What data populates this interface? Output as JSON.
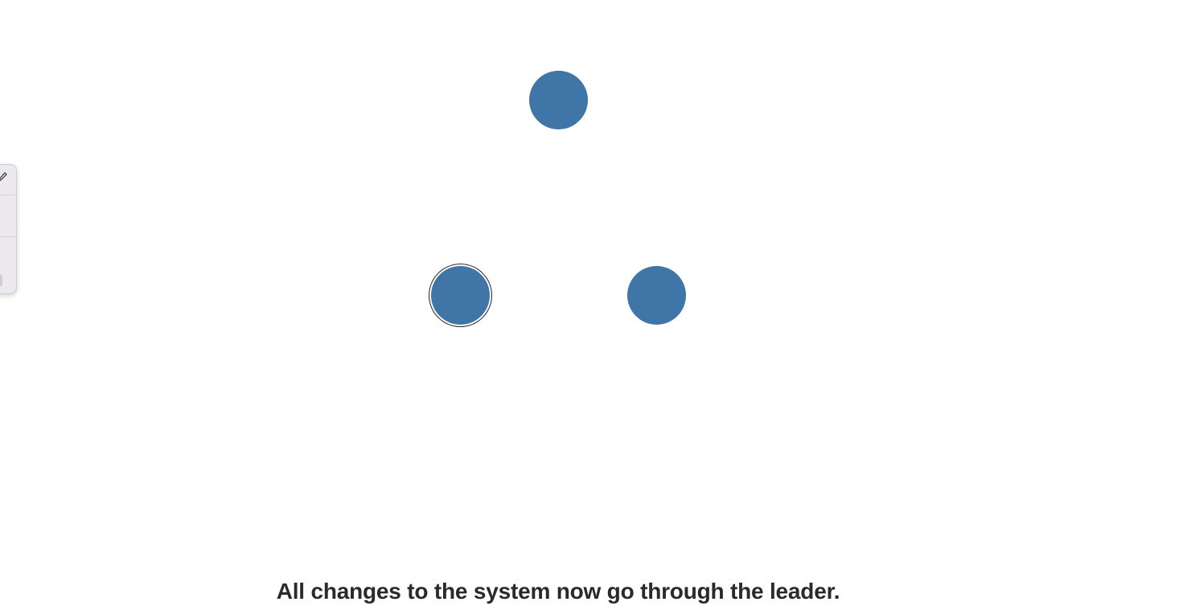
{
  "caption": "All changes to the system now go through the leader.",
  "side_panel": {
    "icons": [
      "pencil-icon"
    ]
  },
  "nodes": [
    {
      "id": "node-top",
      "selected": false
    },
    {
      "id": "node-left",
      "selected": true
    },
    {
      "id": "node-right",
      "selected": false
    }
  ],
  "colors": {
    "node_fill": "#4075a8",
    "background": "#ffffff",
    "caption_text": "#2a2a2a"
  }
}
